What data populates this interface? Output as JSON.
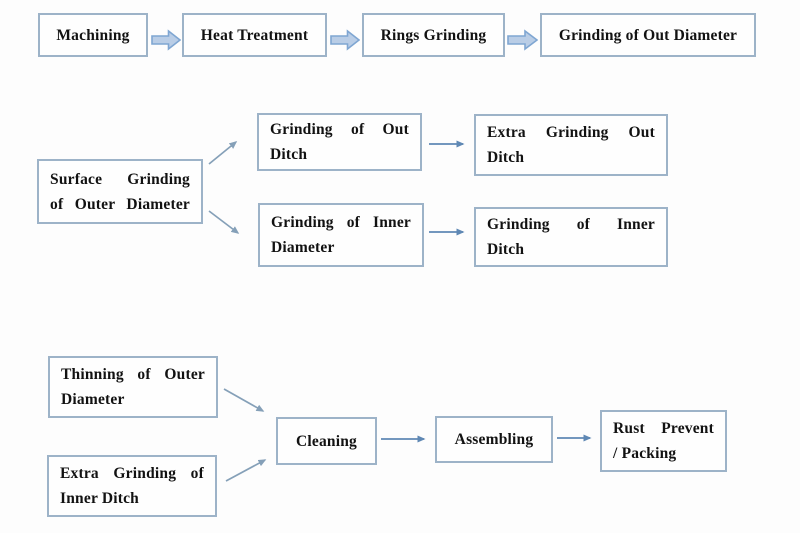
{
  "diagram": {
    "type": "process-flowchart",
    "colors": {
      "box_border": "#9db3c8",
      "box_fill": "#fefefe",
      "text": "#121212",
      "block_arrow_fill": "#b9cde6",
      "block_arrow_stroke": "#7fa6d2",
      "line_arrow_blue": "#5f88b4",
      "line_arrow_gray": "#85a0b8",
      "background": "#fdfdfd"
    },
    "nodes": {
      "machining": {
        "label": "Machining"
      },
      "heat_treatment": {
        "label": "Heat Treatment"
      },
      "rings_grinding": {
        "label": "Rings Grinding"
      },
      "out_diameter": {
        "label": "Grinding of Out Diameter"
      },
      "surface_grinding": {
        "line1": "Surface Grinding",
        "line2": "of Outer Diameter"
      },
      "out_ditch": {
        "line1": "Grinding of Out",
        "line2": "Ditch"
      },
      "extra_out_ditch": {
        "line1": "Extra Grinding Out",
        "line2": "Ditch"
      },
      "inner_diameter": {
        "line1": "Grinding of Inner",
        "line2": "Diameter"
      },
      "inner_ditch": {
        "line1": "Grinding of Inner",
        "line2": "Ditch"
      },
      "thinning": {
        "line1": "Thinning of Outer",
        "line2": "Diameter"
      },
      "extra_inner_ditch": {
        "line1": "Extra Grinding of",
        "line2": "Inner Ditch"
      },
      "cleaning": {
        "label": "Cleaning"
      },
      "assembling": {
        "label": "Assembling"
      },
      "rust_packing": {
        "line1": "Rust Prevent",
        "line2": "/ Packing"
      }
    },
    "edges": [
      {
        "from": "Machining",
        "to": "Heat Treatment",
        "style": "block-arrow"
      },
      {
        "from": "Heat Treatment",
        "to": "Rings Grinding",
        "style": "block-arrow"
      },
      {
        "from": "Rings Grinding",
        "to": "Grinding of Out Diameter",
        "style": "block-arrow"
      },
      {
        "from": "Surface Grinding of Outer Diameter",
        "to": "Grinding of Out Ditch",
        "style": "line-arrow"
      },
      {
        "from": "Surface Grinding of Outer Diameter",
        "to": "Grinding of Inner Diameter",
        "style": "line-arrow"
      },
      {
        "from": "Grinding of Out Ditch",
        "to": "Extra Grinding Out Ditch",
        "style": "line-arrow"
      },
      {
        "from": "Grinding of Inner Diameter",
        "to": "Grinding of Inner Ditch",
        "style": "line-arrow"
      },
      {
        "from": "Thinning of Outer Diameter",
        "to": "Cleaning",
        "style": "line-arrow"
      },
      {
        "from": "Extra Grinding of Inner Ditch",
        "to": "Cleaning",
        "style": "line-arrow"
      },
      {
        "from": "Cleaning",
        "to": "Assembling",
        "style": "line-arrow"
      },
      {
        "from": "Assembling",
        "to": "Rust Prevent / Packing",
        "style": "line-arrow"
      }
    ]
  }
}
